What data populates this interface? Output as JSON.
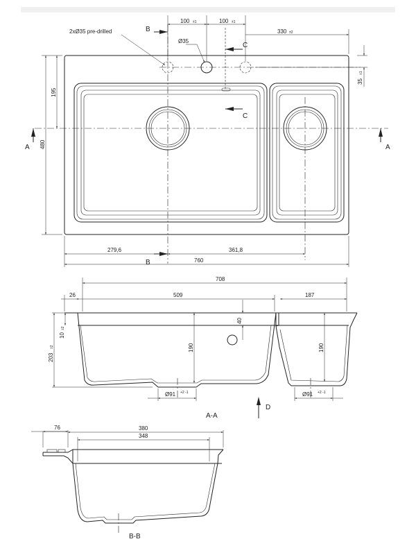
{
  "labels": {
    "predrilled": "2xØ35 pre-drilled",
    "hole_dia": "Ø35",
    "dim_100a": "100",
    "dim_100a_tol": "±1",
    "dim_100b": "100",
    "dim_100b_tol": "±1",
    "dim_330": "330",
    "dim_330_tol": "±2",
    "dim_35": "35",
    "dim_35_tol": "±1",
    "dim_195": "195",
    "dim_480": "480",
    "dim_279": "279,6",
    "dim_361": "361,8",
    "dim_760": "760",
    "sec_B": "B",
    "sec_C": "C",
    "sec_A": "A",
    "dim_708": "708",
    "dim_26": "26",
    "dim_509": "509",
    "dim_187": "187",
    "dim_40": "40",
    "dim_10": "10",
    "dim_10_tol": "±2",
    "dim_203": "203",
    "dim_203_tol": "±2",
    "dim_190a": "190",
    "dim_190b": "190",
    "drain_a": "Ø91",
    "drain_a_tol": "+2 -1",
    "drain_b": "Ø91",
    "drain_b_tol": "+2 -1",
    "view_D": "D",
    "section_AA": "A-A",
    "dim_76": "76",
    "dim_380": "380",
    "dim_348": "348",
    "section_BB": "B-B"
  }
}
